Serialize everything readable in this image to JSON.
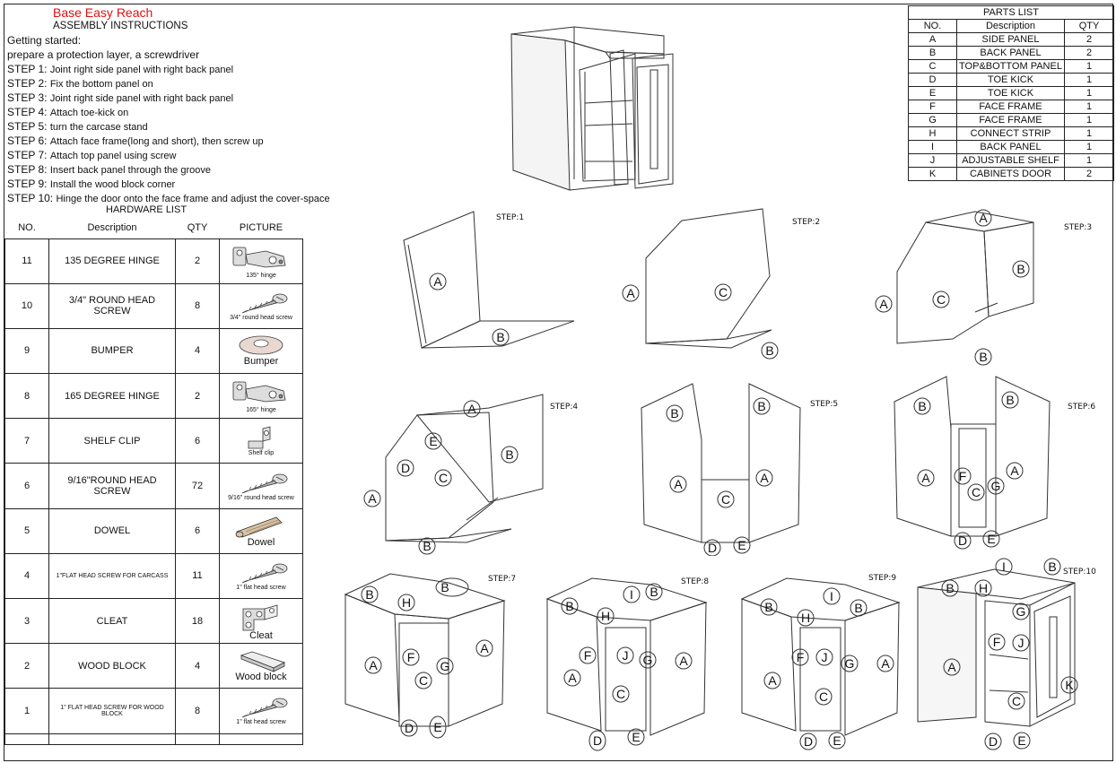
{
  "header": {
    "brand": "Base Easy Reach",
    "subtitle": "ASSEMBLY INSTRUCTIONS"
  },
  "instructions": [
    {
      "head": "Getting started:",
      "rest": ""
    },
    {
      "head": "prepare a protection layer, a screwdriver",
      "rest": ""
    },
    {
      "head": "STEP 1: ",
      "rest": "Joint right side panel with right back panel"
    },
    {
      "head": "STEP 2: ",
      "rest": "Fix the bottom panel on"
    },
    {
      "head": "STEP 3: ",
      "rest": "Joint right side panel with right back panel"
    },
    {
      "head": "STEP 4: ",
      "rest": "Attach toe-kick on"
    },
    {
      "head": "STEP 5: ",
      "rest": "turn the carcase stand"
    },
    {
      "head": "STEP 6: ",
      "rest": "Attach face frame(long and short), then screw up"
    },
    {
      "head": "STEP 7: ",
      "rest": "Attach top panel using screw"
    },
    {
      "head": "STEP 8: ",
      "rest": "Insert back panel through the groove"
    },
    {
      "head": "STEP 9: ",
      "rest": "Install the wood block corner"
    },
    {
      "head": "STEP 10: ",
      "rest": "Hinge the door onto the face frame and adjust the cover-space"
    }
  ],
  "hardware": {
    "title": "HARDWARE LIST",
    "columns": [
      "NO.",
      "Description",
      "QTY",
      "PICTURE"
    ],
    "rows": [
      {
        "no": "11",
        "desc": "135 DEGREE HINGE",
        "qty": "2",
        "pic": "hinge-icon",
        "cap": "135° hinge"
      },
      {
        "no": "10",
        "desc": "3/4\" ROUND HEAD SCREW",
        "qty": "8",
        "pic": "screw-icon",
        "cap": "3/4\" round head screw"
      },
      {
        "no": "9",
        "desc": "BUMPER",
        "qty": "4",
        "pic": "bumper-icon",
        "cap": "Bumper"
      },
      {
        "no": "8",
        "desc": "165 DEGREE HINGE",
        "qty": "2",
        "pic": "hinge-icon",
        "cap": "165° hinge"
      },
      {
        "no": "7",
        "desc": "SHELF CLIP",
        "qty": "6",
        "pic": "shelf-clip-icon",
        "cap": "Shelf clip"
      },
      {
        "no": "6",
        "desc": "9/16\"ROUND HEAD SCREW",
        "qty": "72",
        "pic": "screw-icon",
        "cap": "9/16\" round head screw"
      },
      {
        "no": "5",
        "desc": "DOWEL",
        "qty": "6",
        "pic": "dowel-icon",
        "cap": "Dowel"
      },
      {
        "no": "4",
        "desc": "1\"FLAT HEAD SCREW FOR CARCASS",
        "qty": "11",
        "pic": "screw-icon",
        "cap": "1\" flat head screw"
      },
      {
        "no": "3",
        "desc": "CLEAT",
        "qty": "18",
        "pic": "cleat-icon",
        "cap": "Cleat"
      },
      {
        "no": "2",
        "desc": "WOOD BLOCK",
        "qty": "4",
        "pic": "wood-block-icon",
        "cap": "Wood block"
      },
      {
        "no": "1",
        "desc": "1\" FLAT HEAD SCREW FOR WOOD BLOCK",
        "qty": "8",
        "pic": "screw-icon",
        "cap": "1\" flat head screw"
      }
    ]
  },
  "parts": {
    "title": "PARTS LIST",
    "columns": [
      "NO.",
      "Description",
      "QTY"
    ],
    "rows": [
      {
        "no": "A",
        "desc": "SIDE PANEL",
        "qty": "2"
      },
      {
        "no": "B",
        "desc": "BACK PANEL",
        "qty": "2"
      },
      {
        "no": "C",
        "desc": "TOP&BOTTOM PANEL",
        "qty": "1"
      },
      {
        "no": "D",
        "desc": "TOE KICK",
        "qty": "1"
      },
      {
        "no": "E",
        "desc": "TOE KICK",
        "qty": "1"
      },
      {
        "no": "F",
        "desc": "FACE FRAME",
        "qty": "1"
      },
      {
        "no": "G",
        "desc": "FACE FRAME",
        "qty": "1"
      },
      {
        "no": "H",
        "desc": "CONNECT STRIP",
        "qty": "1"
      },
      {
        "no": "I",
        "desc": "BACK PANEL",
        "qty": "1"
      },
      {
        "no": "J",
        "desc": "ADJUSTABLE SHELF",
        "qty": "1"
      },
      {
        "no": "K",
        "desc": "CABINETS DOOR",
        "qty": "2"
      }
    ]
  },
  "steps": {
    "s1": "STEP:1",
    "s2": "STEP:2",
    "s3": "STEP:3",
    "s4": "STEP:4",
    "s5": "STEP:5",
    "s6": "STEP:6",
    "s7": "STEP:7",
    "s8": "STEP:8",
    "s9": "STEP:9",
    "s10": "STEP:10"
  }
}
